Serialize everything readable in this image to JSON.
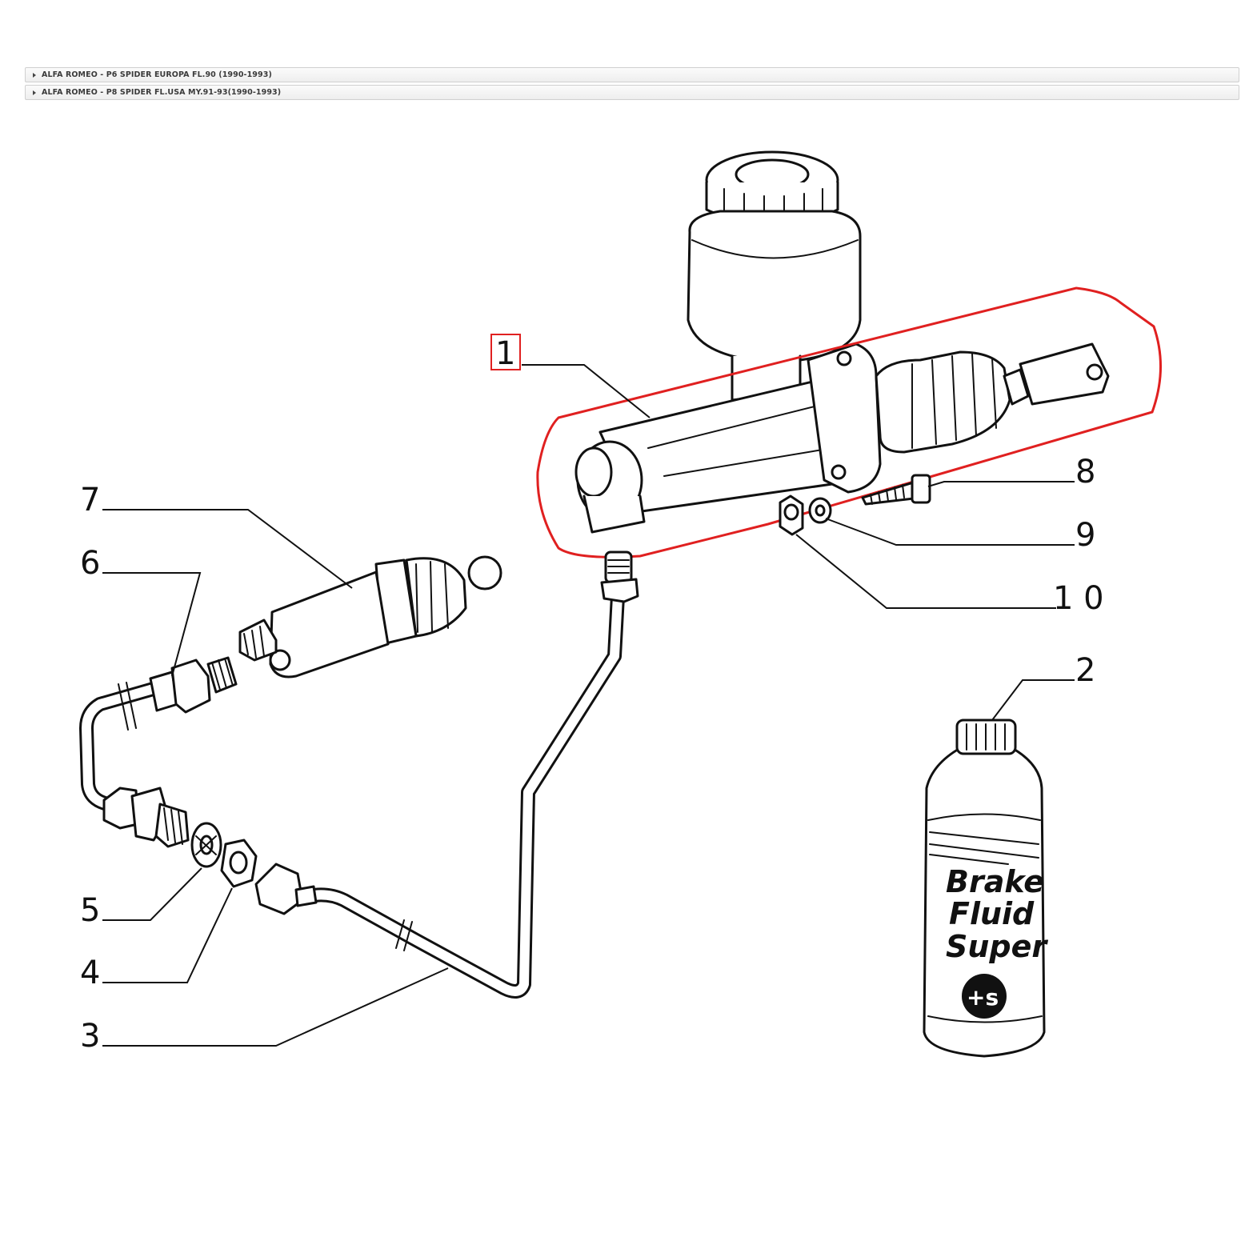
{
  "accordion": [
    {
      "label": "ALFA ROMEO - P6 SPIDER EUROPA FL.90 (1990-1993)"
    },
    {
      "label": "ALFA ROMEO - P8 SPIDER FL.USA MY.91-93(1990-1993)"
    }
  ],
  "callouts": {
    "c1": "1",
    "c2": "2",
    "c3": "3",
    "c4": "4",
    "c5": "5",
    "c6": "6",
    "c7": "7",
    "c8": "8",
    "c9": "9",
    "c10": "1 0"
  },
  "bottle": {
    "line1": "Brake",
    "line2": "Fluid",
    "line3": "Super",
    "logo": "+s"
  },
  "colors": {
    "highlight": "#e02020",
    "line": "#111111"
  }
}
